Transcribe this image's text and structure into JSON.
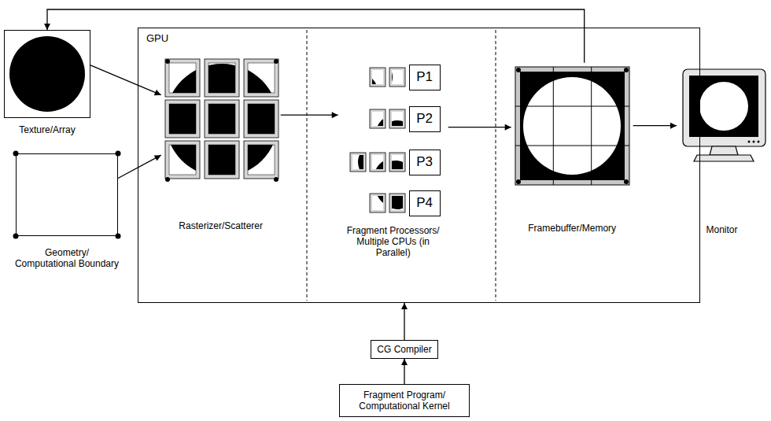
{
  "diagram": {
    "nodes": [
      {
        "text": [
          "Texture/Array"
        ]
      },
      {
        "text": [
          "Geometry/ Computational Boundary"
        ]
      },
      {
        "text": [
          "GPU"
        ]
      },
      {
        "text": [
          "Rasterizer/Scatterer"
        ],
        "in": 2
      },
      {
        "text": [
          "Fragment Processors/ Multiple CPUs (in Parallel)"
        ],
        "in": 2
      },
      {
        "text": [
          "P1"
        ],
        "in": 4
      },
      {
        "text": [
          "P2"
        ],
        "in": 4
      },
      {
        "text": [
          "P3"
        ],
        "in": 4
      },
      {
        "text": [
          "P4"
        ],
        "in": 4
      },
      {
        "text": [
          "Framebuffer/Memory"
        ],
        "in": 2
      },
      {
        "text": [
          "Monitor"
        ]
      },
      {
        "text": [
          "CG Compiler"
        ]
      },
      {
        "text": [
          "Fragment Program/ Computational Kernel"
        ]
      }
    ],
    "edges": [
      {
        "from": 0,
        "to": 3,
        "arrow": "to"
      },
      {
        "from": 1,
        "to": 3,
        "arrow": "to"
      },
      {
        "from": 3,
        "to": 4,
        "arrow": "to"
      },
      {
        "from": 4,
        "to": 9,
        "arrow": "to"
      },
      {
        "from": 9,
        "to": 10,
        "arrow": "to"
      },
      {
        "from": 9,
        "to": 0,
        "arrow": "to"
      },
      {
        "from": 11,
        "to": 2,
        "arrow": "to"
      },
      {
        "from": 12,
        "to": 11,
        "arrow": "to"
      }
    ]
  }
}
